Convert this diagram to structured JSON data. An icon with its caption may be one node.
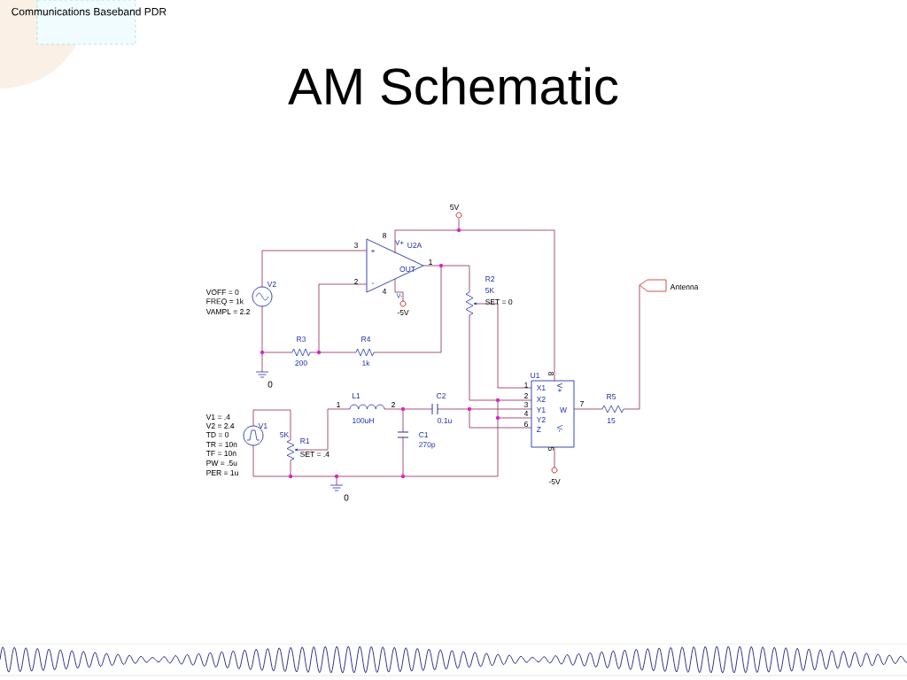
{
  "diagram": {
    "title": "AM Schematic",
    "labels": [
      "Communications Baseband PDR",
      "5V",
      "8",
      "3",
      "V+",
      "U2A",
      "+",
      "1",
      "OUT",
      "2",
      "R2",
      "V2",
      "-",
      "Antenna",
      "VOFF = 0",
      "4",
      "5K",
      "V-",
      "FREQ = 1k",
      "SET = 0",
      "VAMPL = 2.2",
      "-5V",
      "R3",
      "R4",
      "200",
      "1k",
      "U1",
      "8",
      "0",
      "1",
      "X1",
      "V+",
      "L1",
      "C2",
      "2",
      "X2",
      "R5",
      "1",
      "2",
      "3",
      "7",
      "4",
      "Y1",
      "W",
      "V1 = .4",
      "100uH",
      "0.1u",
      "Y2",
      "15",
      "V2 = 2.4",
      "V1",
      "6",
      "Z",
      "V-",
      "TD = 0",
      "5K",
      "C1",
      "TR = 10n",
      "R1",
      "270p",
      "5",
      "TF = 10n",
      "SET = .4",
      "PW = .5u",
      "PER = 1u",
      "-5V",
      "0"
    ]
  }
}
